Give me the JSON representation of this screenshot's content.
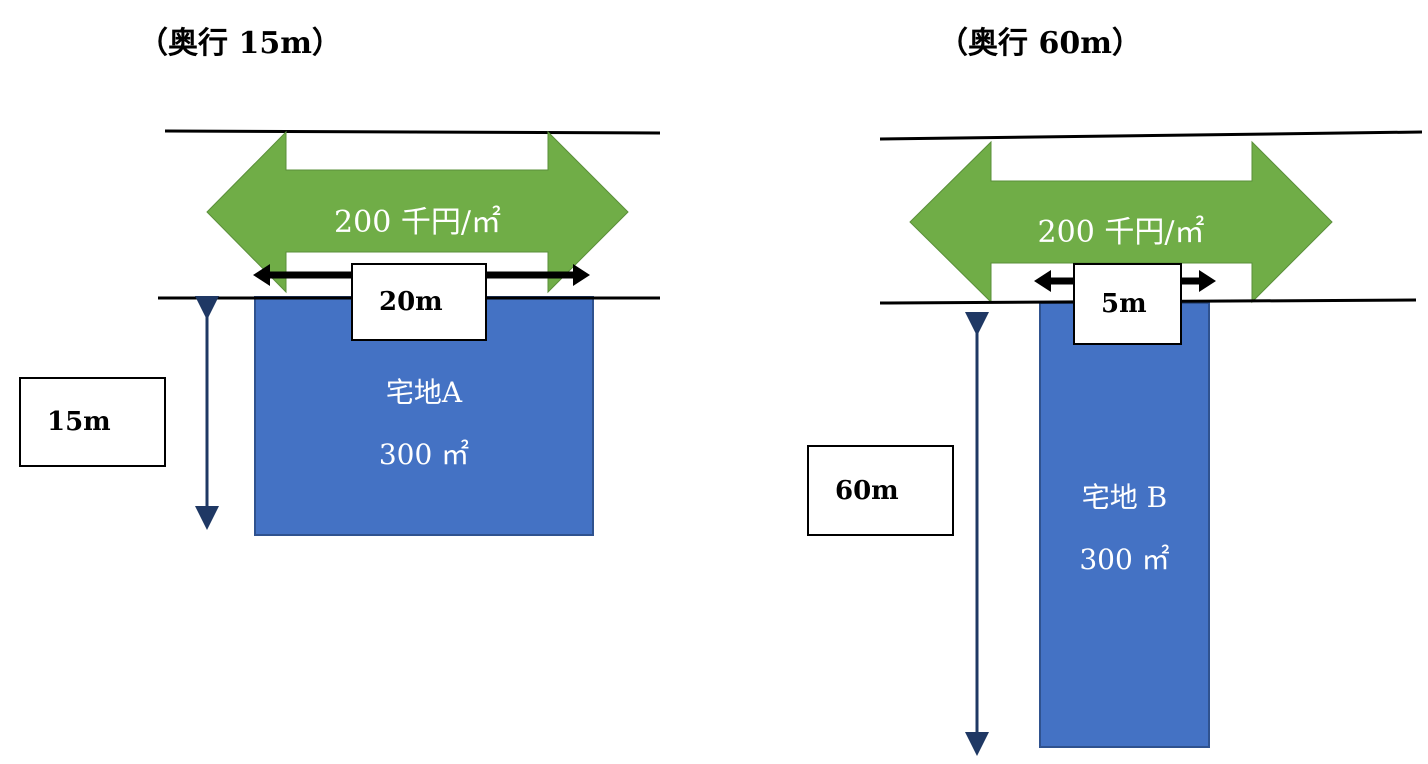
{
  "left": {
    "title": "（奥行 15m）",
    "price": "200 千円/㎡",
    "frontage": "20m",
    "depth": "15m",
    "lot_name": "宅地A",
    "lot_area": "300 ㎡"
  },
  "right": {
    "title": "（奥行 60m）",
    "price": "200 千円/㎡",
    "frontage": "5m",
    "depth": "60m",
    "lot_name": "宅地 B",
    "lot_area": "300 ㎡"
  },
  "colors": {
    "arrow_green": "#70ad47",
    "lot_blue": "#4472c4",
    "depth_arrow": "#1f3864"
  }
}
